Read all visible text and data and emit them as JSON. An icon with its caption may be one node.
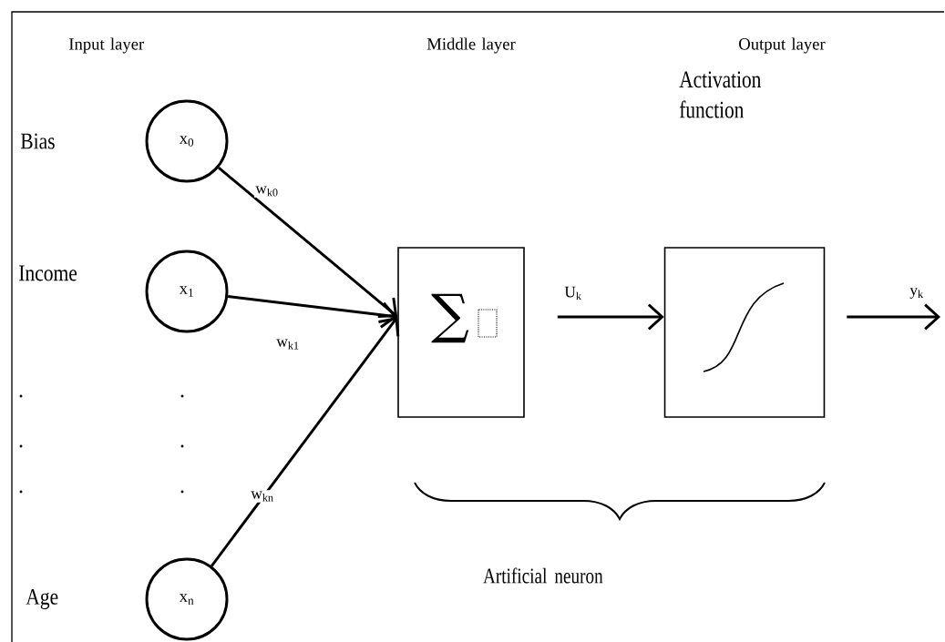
{
  "diagram": {
    "nodes": [
      {
        "text": [
          "x$_{0}$"
        ],
        "beside": [
          "Bias"
        ]
      },
      {
        "text": [
          "x$_{1}$"
        ],
        "beside": [
          "Income"
        ]
      },
      {
        "text": [
          "x$_{n}$"
        ],
        "beside": [
          "Age"
        ]
      },
      {
        "text": [
          "∑"
        ]
      },
      {
        "text": [],
        "shape": "box"
      }
    ],
    "edges": [
      {
        "from": 0,
        "to": 3,
        "arrow": "to",
        "label": "w$_{k0}$"
      },
      {
        "from": 1,
        "to": 3,
        "arrow": "to",
        "label": "w$_{k1}$"
      },
      {
        "from": 2,
        "to": 3,
        "arrow": "to",
        "label": "w$_{kn}$"
      },
      {
        "from": 3,
        "to": 4,
        "arrow": "to",
        "label": "U$_{k}$"
      },
      {
        "from": 4,
        "to": null,
        "arrow": "to",
        "label": "y$_{k}$"
      }
    ],
    "labels": [
      "Input layer",
      "Middle layer",
      "Output layer",
      "Activation function",
      "Artificial neuron"
    ]
  }
}
